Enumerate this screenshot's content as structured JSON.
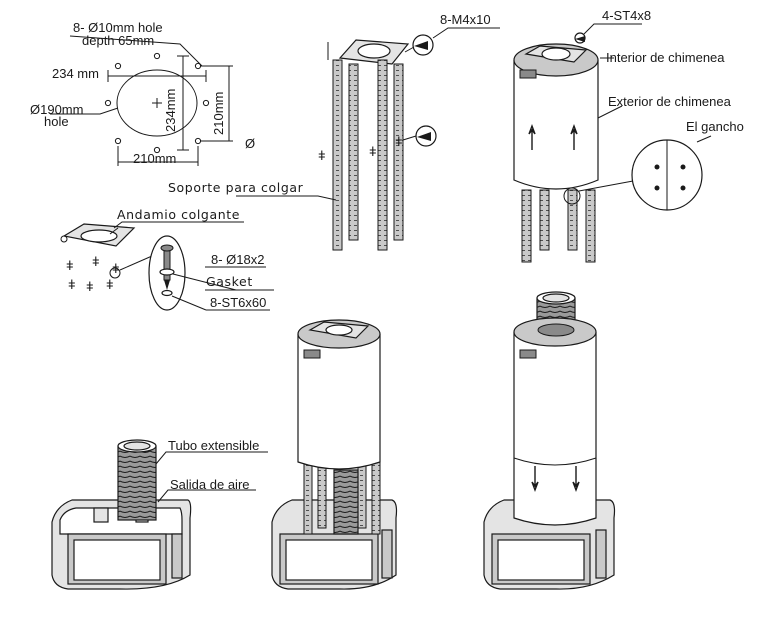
{
  "labels": {
    "holes": "8- Ø10mm hole",
    "depth": "depth 65mm",
    "dim_234_h": "234 mm",
    "dim_234_v": "234mm",
    "dim_210_v": "210mm",
    "dim_210_h": "210mm",
    "hole_190_a": "Ø190mm",
    "hole_190_b": "hole",
    "phi": "Ø",
    "m4x10": "8-M4x10",
    "st4x8": "4-ST4x8",
    "interior": "Interior de chimenea",
    "exterior": "Exterior de chimenea",
    "gancho": "El gancho",
    "soporte": "Soporte para colgar",
    "andamio": "Andamio colgante",
    "d18x2": "8- Ø18x2",
    "gasket": "Gasket",
    "st6x60": "8-ST6x60",
    "tubo": "Tubo extensible",
    "salida": "Salida de aire"
  }
}
